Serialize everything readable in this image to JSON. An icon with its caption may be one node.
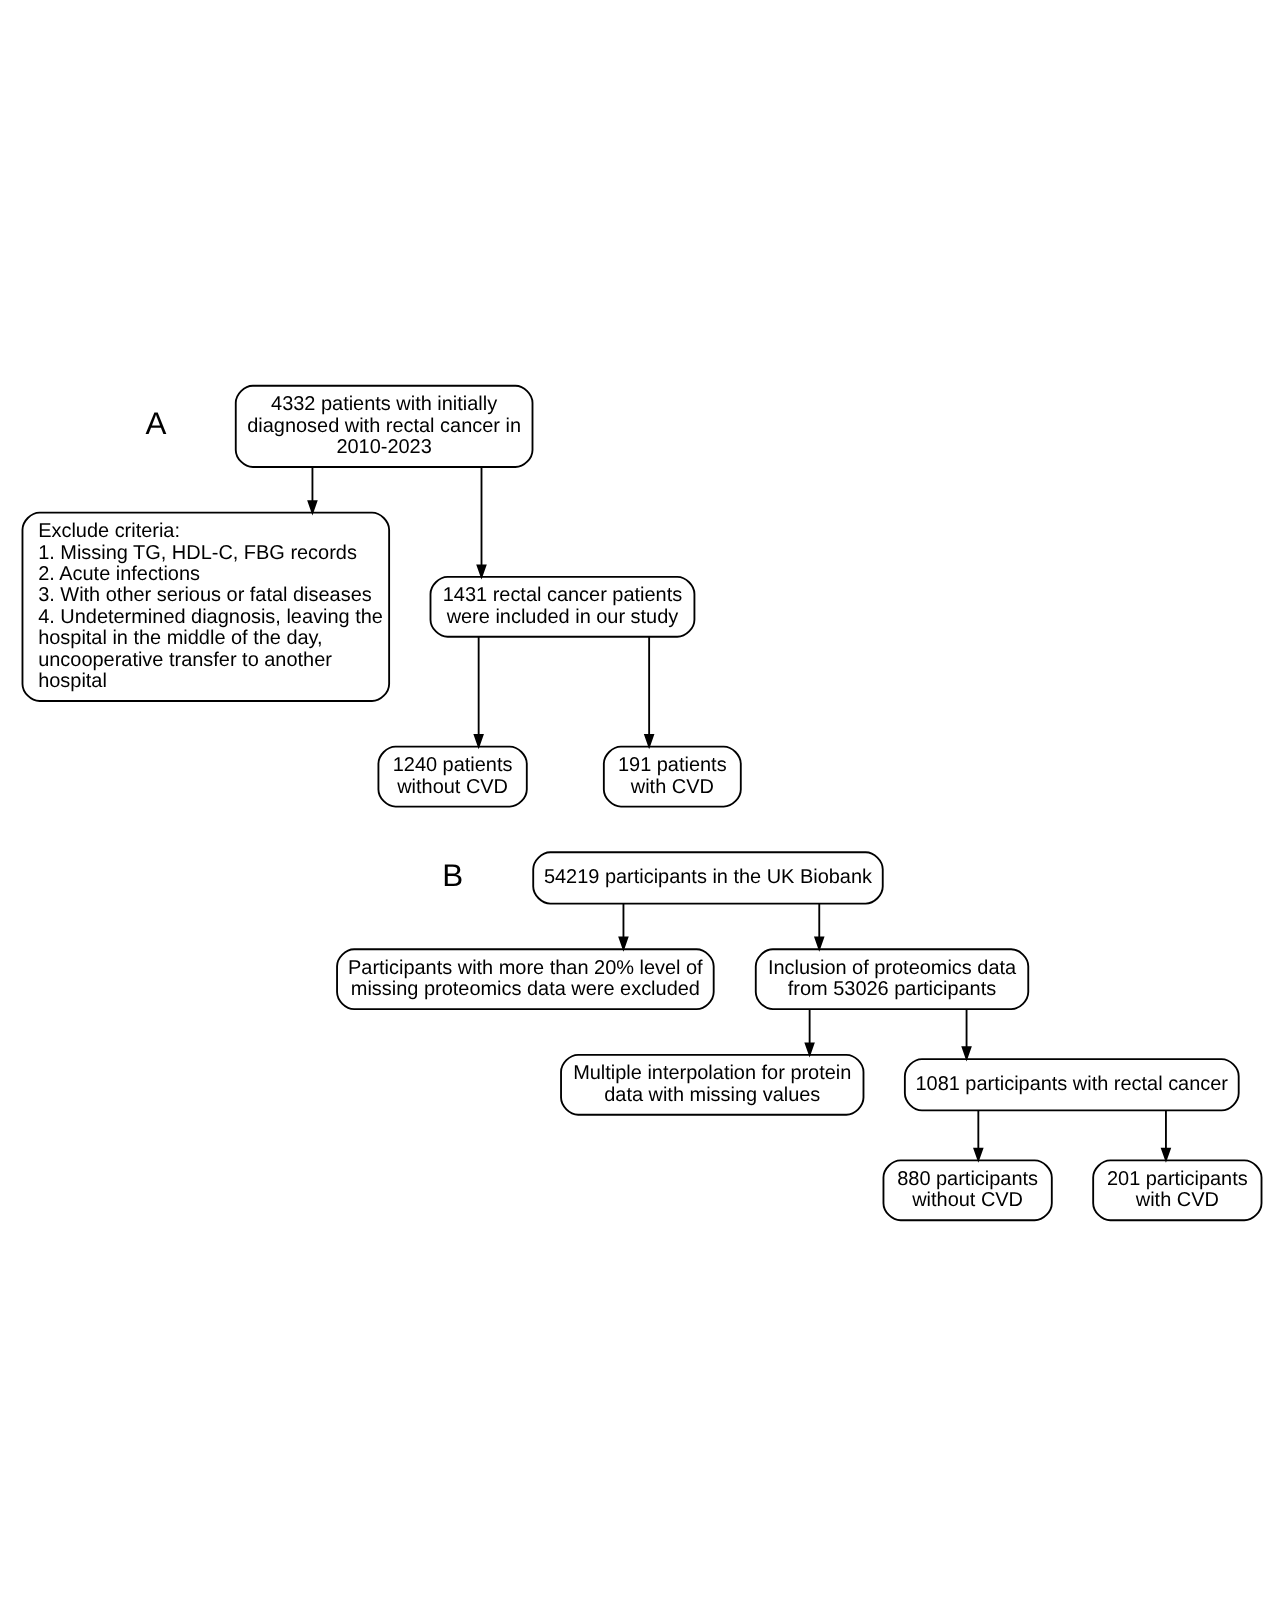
{
  "diagram": {
    "nodes": [
      {
        "text": [
          "4332 patients with initially diagnosed with rectal cancer in 2010-2023"
        ]
      },
      {
        "text": [
          "Exclude criteria:",
          "1. Missing TG, HDL-C, FBG records",
          "2. Acute infections",
          "3. With other serious or fatal diseases",
          "4. Undetermined diagnosis, leaving the hospital in the middle of the day, uncooperative transfer to another hospital"
        ]
      },
      {
        "text": [
          "1431 rectal cancer patients were included in our study"
        ]
      },
      {
        "text": [
          "1240 patients without CVD"
        ]
      },
      {
        "text": [
          "191 patients with CVD"
        ]
      },
      {
        "text": [
          "54219 participants in the UK Biobank"
        ]
      },
      {
        "text": [
          "Participants with more than 20% level of missing proteomics data were excluded"
        ]
      },
      {
        "text": [
          "Inclusion of proteomics data from 53026 participants"
        ]
      },
      {
        "text": [
          "Multiple interpolation for protein data with missing values"
        ]
      },
      {
        "text": [
          "1081 participants with rectal cancer"
        ]
      },
      {
        "text": [
          "880 participants without CVD"
        ]
      },
      {
        "text": [
          "201 participants with CVD"
        ]
      }
    ],
    "edges": [
      {
        "from": 0,
        "to": 2,
        "arrow": "to"
      },
      {
        "from": 0,
        "to": 1,
        "arrow": "to"
      },
      {
        "from": 2,
        "to": 3,
        "arrow": "to"
      },
      {
        "from": 2,
        "to": 4,
        "arrow": "to"
      },
      {
        "from": 5,
        "to": 7,
        "arrow": "to"
      },
      {
        "from": 5,
        "to": 6,
        "arrow": "to"
      },
      {
        "from": 7,
        "to": 9,
        "arrow": "to"
      },
      {
        "from": 7,
        "to": 8,
        "arrow": "to"
      },
      {
        "from": 9,
        "to": 10,
        "arrow": "to"
      },
      {
        "from": 9,
        "to": 11,
        "arrow": "to"
      }
    ],
    "labels": [
      "A",
      "B"
    ]
  }
}
